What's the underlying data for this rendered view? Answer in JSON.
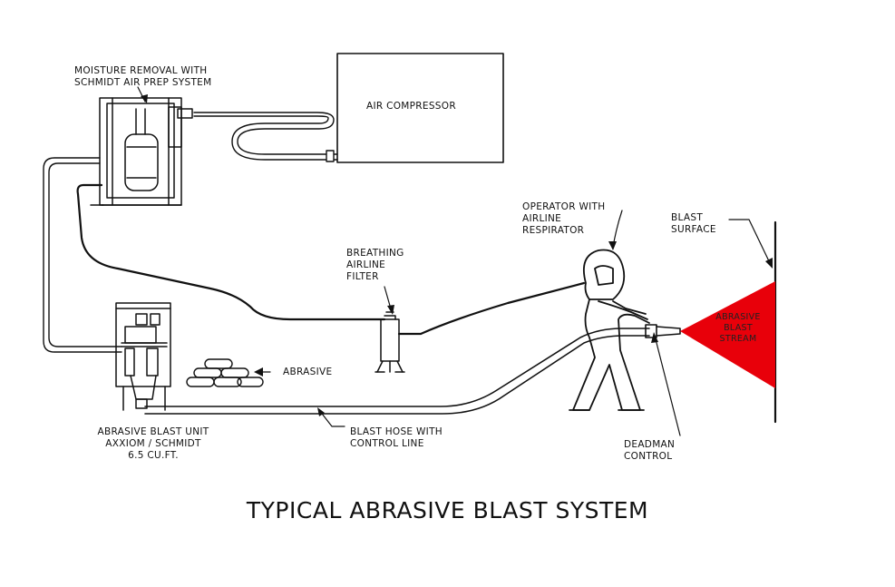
{
  "title": "TYPICAL ABRASIVE BLAST SYSTEM",
  "labels": {
    "moisture_removal": "MOISTURE REMOVAL WITH\nSCHMIDT AIR PREP SYSTEM",
    "air_compressor": "AIR COMPRESSOR",
    "breathing_filter": "BREATHING\nAIRLINE\nFILTER",
    "operator": "OPERATOR WITH\nAIRLINE\nRESPIRATOR",
    "blast_surface": "BLAST\nSURFACE",
    "blast_stream": "ABRASIVE\nBLAST\nSTREAM",
    "abrasive": "ABRASIVE",
    "blast_unit": "ABRASIVE BLAST UNIT\nAXXIOM / SCHMIDT\n6.5 CU.FT.",
    "blast_hose": "BLAST HOSE WITH\nCONTROL LINE",
    "deadman": "DEADMAN\nCONTROL"
  },
  "colors": {
    "stream": "#e8000a",
    "line": "#111111"
  }
}
